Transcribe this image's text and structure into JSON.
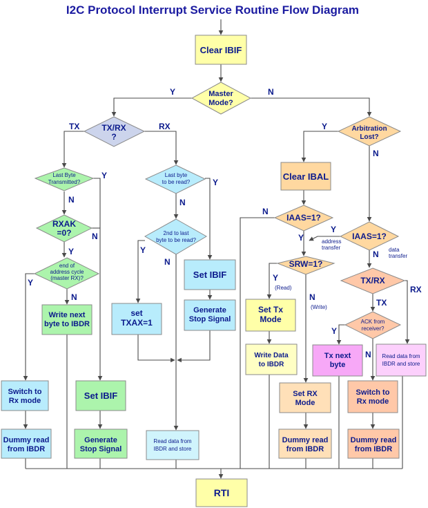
{
  "title": "I2C Protocol Interrupt Service Routine Flow Diagram",
  "colors": {
    "yellow": "#ffffa8",
    "orange": "#ffd8a0",
    "blue": "#b8ecfc",
    "green": "#acf4ac",
    "gray": "#ccd4ec",
    "pink": "#f7a8f7",
    "light_yellow": "#ffffc4",
    "light_orange": "#ffe0b8",
    "light_blue": "#d0f4fc",
    "light_pink": "#fcd0fc",
    "salmon": "#ffc8a8"
  },
  "nodes": {
    "clear_ibif": "Clear IBIF",
    "master_mode": [
      "Master",
      "Mode?"
    ],
    "txrx_master": [
      "TX/RX",
      "?"
    ],
    "arbitration_lost": [
      "Arbitration",
      "Lost?"
    ],
    "last_byte_tx": [
      "Last Byte",
      "Transmitted?"
    ],
    "last_byte_read": [
      "Last byte",
      "to be read?"
    ],
    "clear_ibal": "Clear IBAL",
    "iaas_1": "IAAS=1?",
    "iaas_2": "IAAS=1?",
    "rxak": [
      "RXAK",
      "=0?"
    ],
    "second_to_last": [
      "2nd to last",
      "byte to be read?"
    ],
    "end_of_address": [
      "end of",
      "address cycle",
      "(master RX)?"
    ],
    "set_ibif_mid": "Set IBIF",
    "srw": "SRW=1?",
    "txrx_slave": "TX/RX",
    "write_next": [
      "Write next",
      "byte to IBDR"
    ],
    "set_txax": [
      "set",
      "TXAX=1"
    ],
    "gen_stop_mid": [
      "Generate",
      "Stop Signal"
    ],
    "set_tx_mode": [
      "Set Tx",
      "Mode"
    ],
    "ack_from_receiver": [
      "ACK from",
      "receiver?"
    ],
    "write_data": [
      "Write Data",
      "to IBDR"
    ],
    "tx_next_byte": [
      "Tx next",
      "byte"
    ],
    "read_data_store_right": [
      "Read data from",
      "IBDR and store"
    ],
    "switch_rx_left": [
      "Switch to",
      "Rx mode"
    ],
    "set_ibif_left": "Set IBIF",
    "set_rx_mode": [
      "Set RX",
      "Mode"
    ],
    "switch_rx_right": [
      "Switch to",
      "Rx mode"
    ],
    "dummy_read_left": [
      "Dummy read",
      "from IBDR"
    ],
    "gen_stop_left": [
      "Generate",
      "Stop Signal"
    ],
    "read_data_store_mid": [
      "Read data from",
      "IBDR and store"
    ],
    "dummy_read_mid": [
      "Dummy read",
      "from IBDR"
    ],
    "dummy_read_right": [
      "Dummy read",
      "from IBDR"
    ],
    "rti": "RTI"
  },
  "labels": {
    "y": "Y",
    "n": "N",
    "tx": "TX",
    "rx": "RX",
    "address_transfer": [
      "address",
      "transfer"
    ],
    "data_transfer": [
      "data",
      "transfer"
    ],
    "read": "(Read)",
    "write": "(Write)"
  }
}
